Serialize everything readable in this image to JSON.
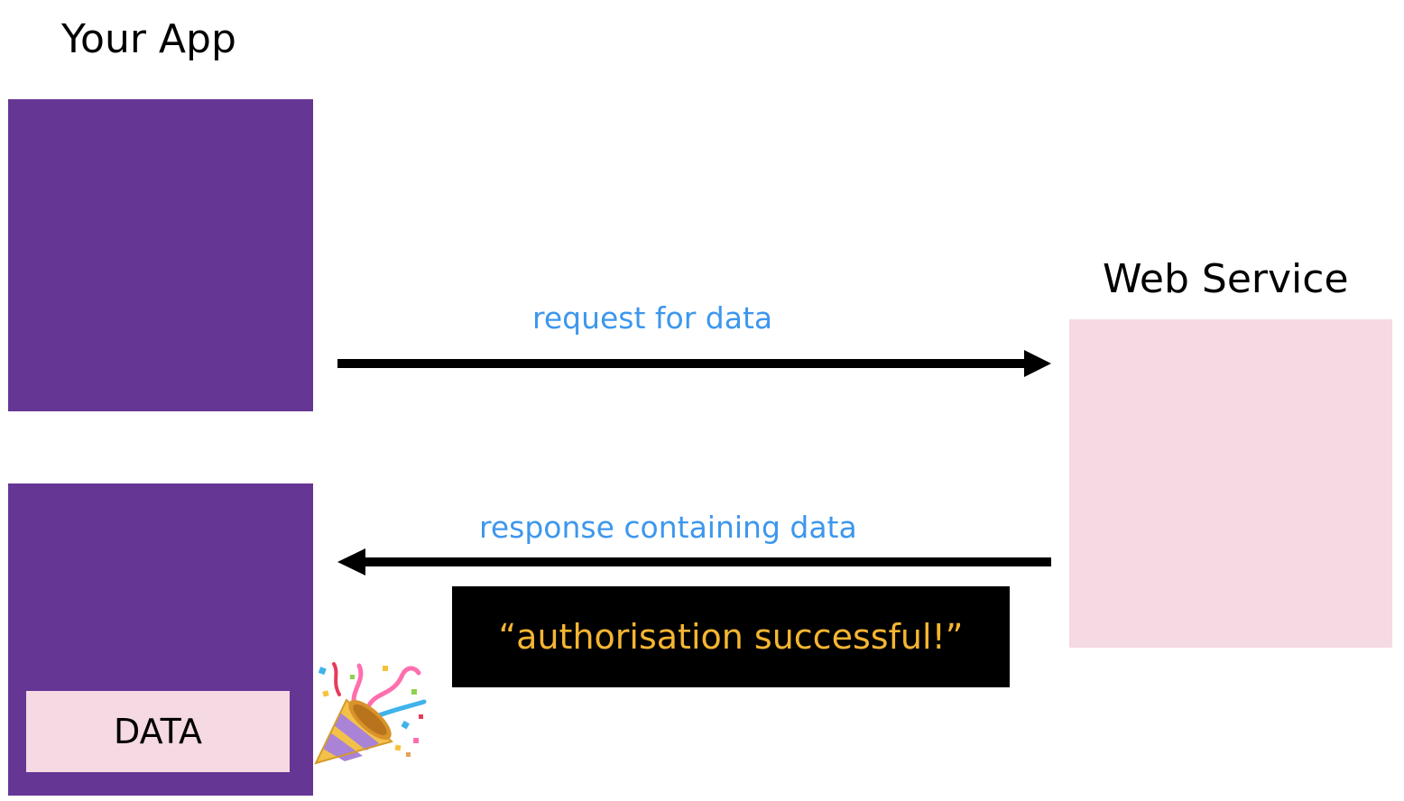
{
  "app": {
    "title": "Your App",
    "color": "#663695",
    "data_label": "DATA"
  },
  "service": {
    "title": "Web Service",
    "color": "#f5d9e3"
  },
  "flows": {
    "request_label": "request for data",
    "response_label": "response containing data",
    "label_color": "#3d97ed"
  },
  "status": {
    "message": "“authorisation successful!”",
    "text_color": "#f5b532",
    "background": "#000000"
  },
  "icons": {
    "celebration": "party-popper-icon"
  }
}
